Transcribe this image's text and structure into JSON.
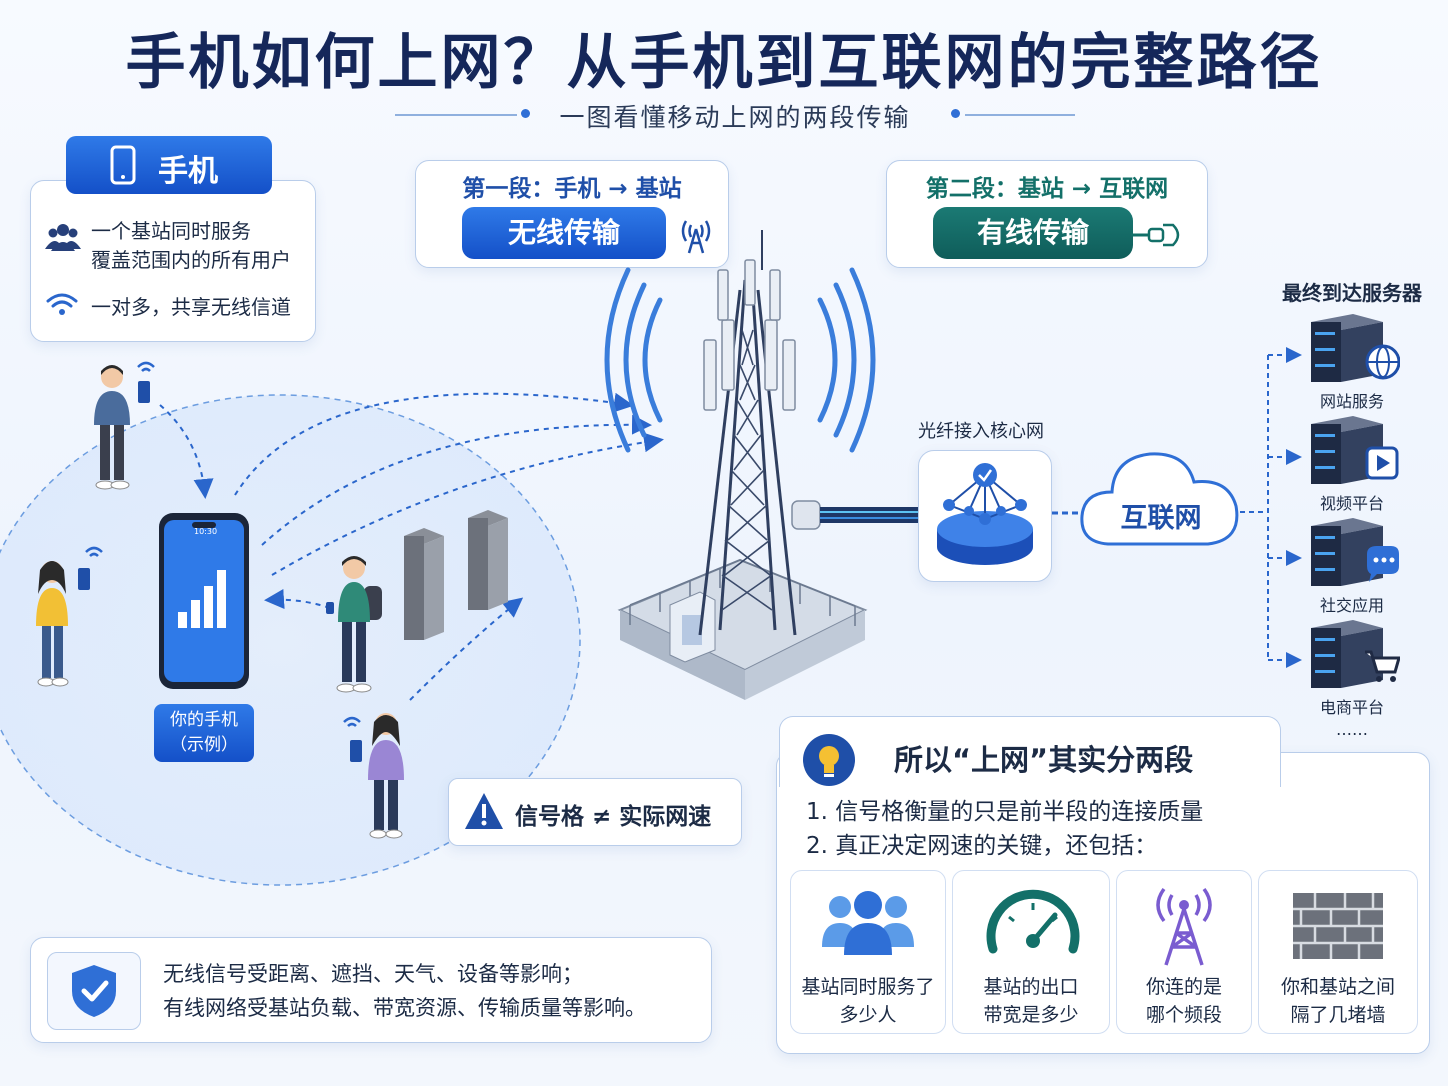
{
  "title": "手机如何上网？从手机到互联网的完整路径",
  "subtitle": "一图看懂移动上网的两段传输",
  "phone_card": {
    "header": "手机",
    "line1a": "一个基站同时服务",
    "line1b": "覆盖范围内的所有用户",
    "line2": "一对多，共享无线信道",
    "icons": [
      "phone-icon",
      "users-icon",
      "wifi-icon"
    ]
  },
  "segment1": {
    "label": "第一段：手机 → 基站",
    "pill": "无线传输",
    "icon": "antenna-icon"
  },
  "segment2": {
    "label": "第二段：基站 → 互联网",
    "pill": "有线传输",
    "icon": "cable-plug-icon"
  },
  "phone_screen_time": "10:30",
  "your_phone_label": {
    "line1": "你的手机",
    "line2": "（示例）"
  },
  "signal_warning": "信号格 ≠ 实际网速",
  "fiber_label": "光纤接入核心网",
  "internet_label": "互联网",
  "servers": {
    "header": "最终到达服务器",
    "items": [
      {
        "label": "网站服务",
        "icon": "globe-icon"
      },
      {
        "label": "视频平台",
        "icon": "play-icon"
      },
      {
        "label": "社交应用",
        "icon": "chat-icon"
      },
      {
        "label": "电商平台",
        "icon": "cart-icon"
      }
    ],
    "more": "……"
  },
  "summary": {
    "title": "所以“上网”其实分两段",
    "point1": "1. 信号格衡量的只是前半段的连接质量",
    "point2": "2. 真正决定网速的关键，还包括：",
    "factors": [
      {
        "line1": "基站同时服务了",
        "line2": "多少人",
        "icon": "people-group-icon"
      },
      {
        "line1": "基站的出口",
        "line2": "带宽是多少",
        "icon": "speedometer-icon"
      },
      {
        "line1": "你连的是",
        "line2": "哪个频段",
        "icon": "tower-signal-icon"
      },
      {
        "line1": "你和基站之间",
        "line2": "隔了几堵墙",
        "icon": "brick-wall-icon"
      }
    ]
  },
  "note": {
    "line1": "无线信号受距离、遮挡、天气、设备等影响；",
    "line2": "有线网络受基站负载、带宽资源、传输质量等影响。",
    "icon": "shield-check-icon"
  },
  "colors": {
    "primary_blue": "#1f63d8",
    "dark_navy": "#15275a",
    "teal": "#137069",
    "light_bg": "#eef4fd"
  }
}
